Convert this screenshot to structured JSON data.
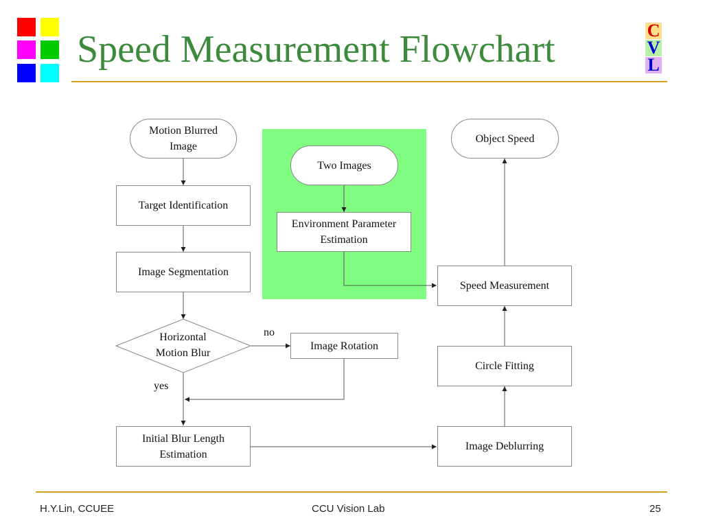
{
  "slide": {
    "title": "Speed Measurement Flowchart",
    "logo_letters": [
      "C",
      "V",
      "L"
    ],
    "footer": {
      "author": "H.Y.Lin, CCUEE",
      "lab": "CCU Vision Lab",
      "page_number": "25"
    }
  },
  "colors": {
    "title": "#3c8a3c",
    "rule": "#d4a017",
    "env_panel": "#80fc80",
    "squares": [
      "#ff0000",
      "#ffff00",
      "#ff00ff",
      "#00cc00",
      "#0000ff",
      "#00ffff"
    ]
  },
  "flowchart": {
    "start": {
      "line1": "Motion Blurred",
      "line2": "Image"
    },
    "target_identification": "Target Identification",
    "image_segmentation": "Image Segmentation",
    "decision": {
      "line1": "Horizontal",
      "line2": "Motion Blur"
    },
    "image_rotation": "Image Rotation",
    "label_no": "no",
    "label_yes": "yes",
    "initial_blur": {
      "line1": "Initial Blur Length",
      "line2": "Estimation"
    },
    "two_images": "Two Images",
    "env_param": {
      "line1": "Environment Parameter",
      "line2": "Estimation"
    },
    "image_deblurring": "Image Deblurring",
    "circle_fitting": "Circle Fitting",
    "speed_measurement": "Speed Measurement",
    "object_speed": "Object Speed"
  }
}
